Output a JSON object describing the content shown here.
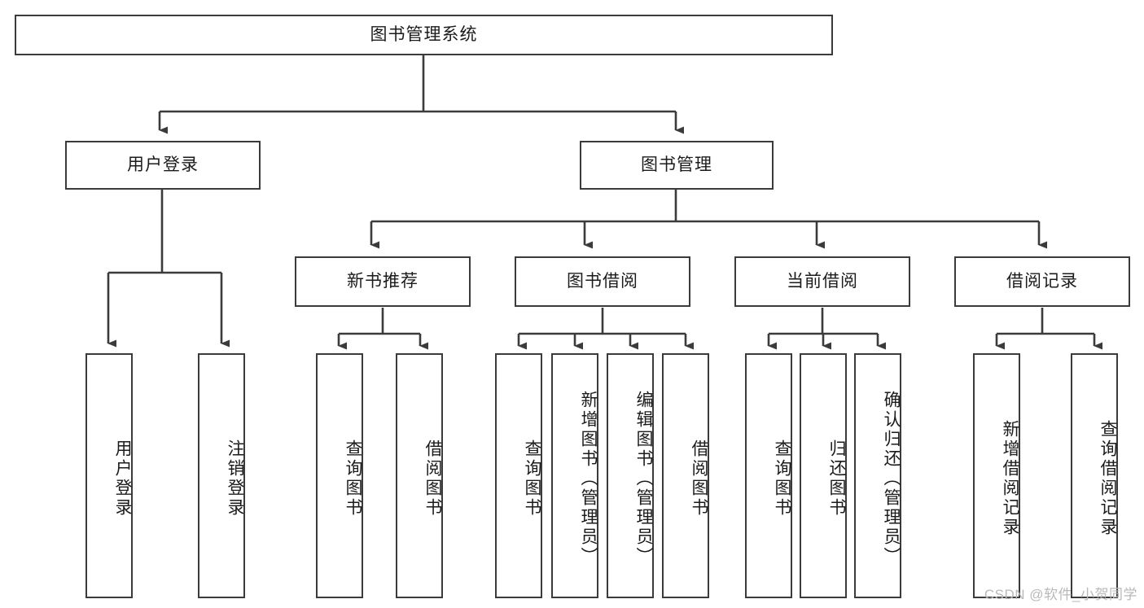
{
  "diagram": {
    "title": "图书管理系统",
    "watermark": "CSDN @软件_小贺同学",
    "colors": {
      "background": "#ffffff",
      "box_border": "#3b3b3b",
      "box_fill": "#ffffff",
      "edge": "#3b3b3b",
      "text": "#1b1b1b",
      "watermark": "#b9b9b9"
    },
    "root": {
      "label": "图书管理系统"
    },
    "level1": [
      {
        "label": "用户登录"
      },
      {
        "label": "图书管理"
      }
    ],
    "level2": [
      {
        "label": "新书推荐"
      },
      {
        "label": "图书借阅"
      },
      {
        "label": "当前借阅"
      },
      {
        "label": "借阅记录"
      }
    ],
    "leaves": {
      "user_login": [
        {
          "label": "用户登录"
        },
        {
          "label": "注销登录"
        }
      ],
      "new_book_recommend": [
        {
          "label": "查询图书"
        },
        {
          "label": "借阅图书"
        }
      ],
      "book_borrow": [
        {
          "label": "查询图书"
        },
        {
          "label": "新增图书（管理员）"
        },
        {
          "label": "编辑图书（管理员）"
        },
        {
          "label": "借阅图书"
        }
      ],
      "current_borrow": [
        {
          "label": "查询图书"
        },
        {
          "label": "归还图书"
        },
        {
          "label": "确认归还（管理员）"
        }
      ],
      "borrow_record": [
        {
          "label": "新增借阅记录"
        },
        {
          "label": "查询借阅记录"
        }
      ]
    }
  }
}
